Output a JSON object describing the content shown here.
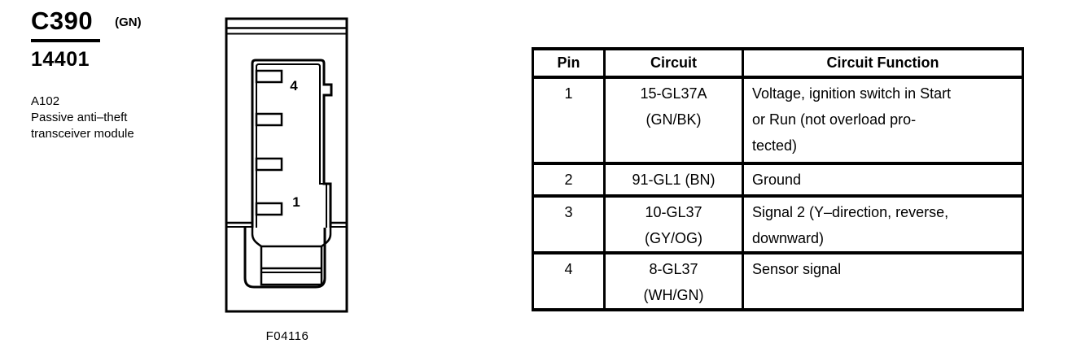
{
  "identification": {
    "connector_id": "C390",
    "connector_color_code": "(GN)",
    "part_number": "14401",
    "component_code": "A102",
    "component_desc_line1": "Passive anti–theft",
    "component_desc_line2": "transceiver module"
  },
  "diagram": {
    "figure_number": "F04116",
    "pin_top_label": "4",
    "pin_bottom_label": "1"
  },
  "pin_table": {
    "headers": {
      "pin": "Pin",
      "circuit": "Circuit",
      "function": "Circuit Function"
    },
    "rows": [
      {
        "pin": "1",
        "circuit_lines": [
          "15-GL37A",
          "(GN/BK)"
        ],
        "function_lines": [
          "Voltage, ignition switch in Start",
          "or Run (not overload pro-",
          "tected)"
        ]
      },
      {
        "pin": "2",
        "circuit_lines": [
          "91-GL1 (BN)"
        ],
        "function_lines": [
          "Ground"
        ]
      },
      {
        "pin": "3",
        "circuit_lines": [
          "10-GL37",
          "(GY/OG)"
        ],
        "function_lines": [
          "Signal 2 (Y–direction, reverse,",
          "downward)"
        ]
      },
      {
        "pin": "4",
        "circuit_lines": [
          "8-GL37",
          "(WH/GN)"
        ],
        "function_lines": [
          "Sensor signal"
        ]
      }
    ]
  },
  "colors": {
    "ink": "#000000",
    "paper": "#ffffff"
  }
}
